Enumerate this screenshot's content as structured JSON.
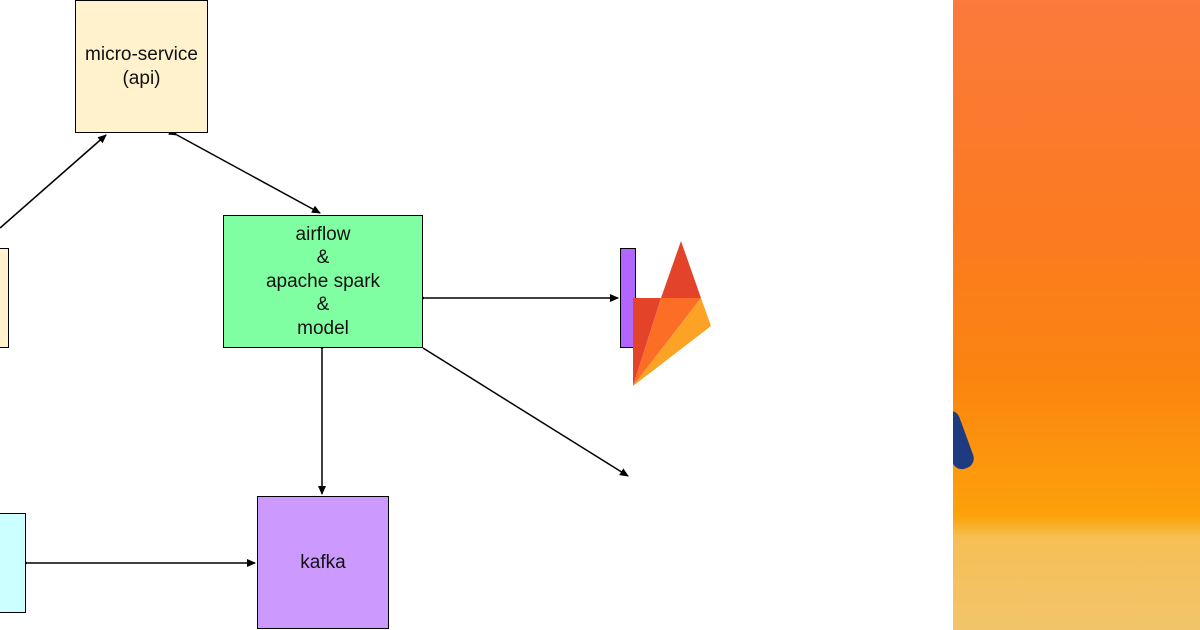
{
  "nodes": {
    "api": {
      "line1": "micro-service",
      "line2": "(api)",
      "fill": "#fff2cc"
    },
    "airflow": {
      "lines": [
        "airflow",
        "&",
        "apache spark",
        "&",
        "model"
      ],
      "fill": "#80ffa2"
    },
    "kafka": {
      "label": "kafka",
      "fill": "#cc99ff"
    },
    "left_mid": {
      "fill": "#fff2cc"
    },
    "left_bottom": {
      "fill": "#ccffff"
    },
    "gitlab_box": {
      "fill": "#b266ff"
    }
  },
  "icons": {
    "gitlab": "gitlab-logo-icon"
  },
  "colors": {
    "line": "#000000",
    "photo_top": "#fb7a3c",
    "photo_bottom": "#f4c35c",
    "gitlab_red": "#e24329",
    "gitlab_orange": "#fc6d26",
    "gitlab_yellow": "#fca326"
  }
}
